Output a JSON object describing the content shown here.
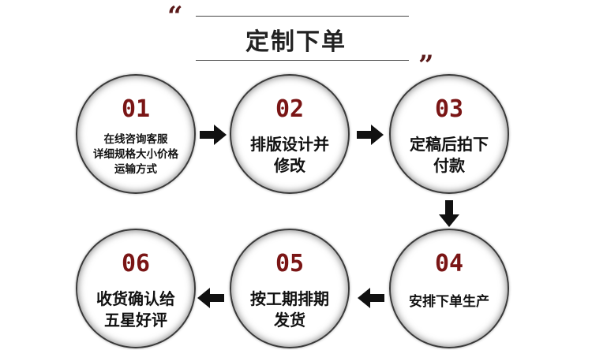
{
  "header": {
    "title": "定制下单",
    "open_quote": "“",
    "close_quote": "”"
  },
  "steps": [
    {
      "number": "01",
      "text": "在线咨询客服\n详细规格大小价格\n运输方式"
    },
    {
      "number": "02",
      "text": "排版设计并\n修改"
    },
    {
      "number": "03",
      "text": "定稿后拍下\n付款"
    },
    {
      "number": "04",
      "text": "安排下单生产"
    },
    {
      "number": "05",
      "text": "按工期排期\n发货"
    },
    {
      "number": "06",
      "text": "收货确认给\n五星好评"
    }
  ],
  "icons": {
    "arrow_1_2": "arrow-right-icon",
    "arrow_2_3": "arrow-right-icon",
    "arrow_3_4": "arrow-down-icon",
    "arrow_4_5": "arrow-left-icon",
    "arrow_5_6": "arrow-left-icon"
  },
  "colors": {
    "number": "#7a1515",
    "quote": "#5a1a1a",
    "text": "#111111"
  }
}
